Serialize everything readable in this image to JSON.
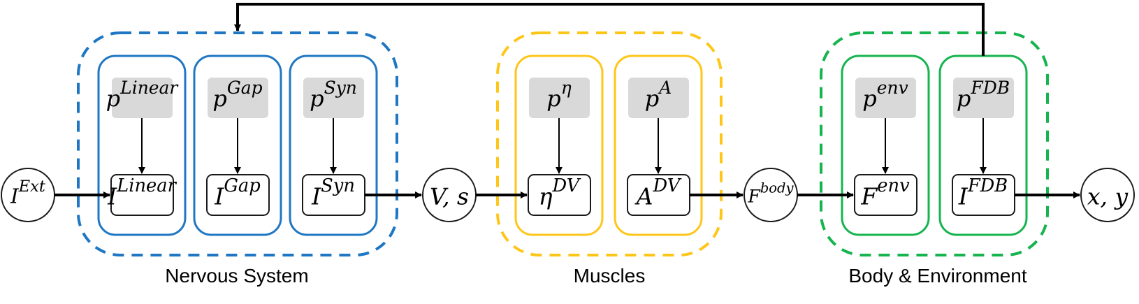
{
  "groups": [
    {
      "name": "Nervous System",
      "color": "#1f77c4"
    },
    {
      "name": "Muscles",
      "color": "#ffc61a"
    },
    {
      "name": "Body & Environment",
      "color": "#16b44f"
    }
  ],
  "nodes": {
    "i_ext": {
      "base": "I",
      "sup": "Ext"
    },
    "v_s": {
      "base": "V, s",
      "sup": ""
    },
    "f_body": {
      "base": "F",
      "sup": "body"
    },
    "x_y": {
      "base": "x, y",
      "sup": ""
    }
  },
  "params": {
    "p_linear": {
      "base": "p",
      "sup": "Linear"
    },
    "p_gap": {
      "base": "p",
      "sup": "Gap"
    },
    "p_syn": {
      "base": "p",
      "sup": "Syn"
    },
    "p_eta": {
      "base": "p",
      "sup": "η"
    },
    "p_a": {
      "base": "p",
      "sup": "A"
    },
    "p_env": {
      "base": "p",
      "sup": "env"
    },
    "p_fdb": {
      "base": "p",
      "sup": "FDB"
    }
  },
  "blocks": {
    "i_linear": {
      "base": "I",
      "sup": "Linear"
    },
    "i_gap": {
      "base": "I",
      "sup": "Gap"
    },
    "i_syn": {
      "base": "I",
      "sup": "Syn"
    },
    "eta_dv": {
      "base": "η",
      "sup": "DV"
    },
    "a_dv": {
      "base": "A",
      "sup": "DV"
    },
    "f_env": {
      "base": "F",
      "sup": "env"
    },
    "i_fdb": {
      "base": "I",
      "sup": "FDB"
    }
  },
  "colors": {
    "line": "#000000",
    "param_fill": "#d9d9d9",
    "block_stroke": "#1a1a1a"
  }
}
